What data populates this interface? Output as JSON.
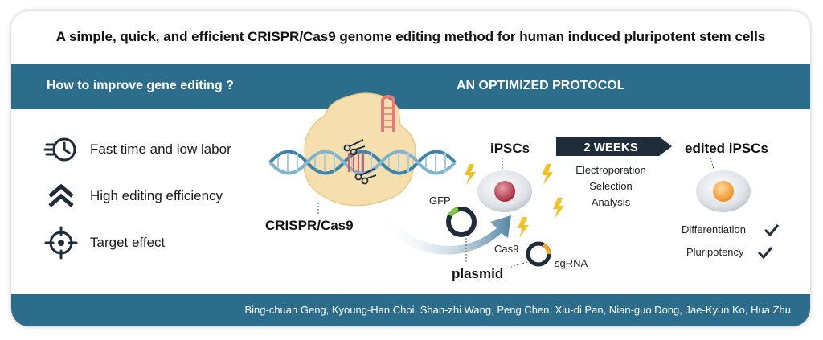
{
  "header": {
    "title": "A simple, quick, and efficient CRISPR/Cas9 genome editing method for human induced pluripotent stem cells"
  },
  "band": {
    "left": "How to improve gene editing ?",
    "right": "AN OPTIMIZED PROTOCOL"
  },
  "features": [
    {
      "label": "Fast time and low labor",
      "icon": "fast-clock-icon"
    },
    {
      "label": "High editing efficiency",
      "icon": "double-chevron-up-icon"
    },
    {
      "label": "Target effect",
      "icon": "crosshair-target-icon"
    }
  ],
  "diagram": {
    "crispr_label": "CRISPR/Cas9",
    "ipsc_label": "iPSCs",
    "duration_label": "2 WEEKS",
    "steps": [
      "Electroporation",
      "Selection",
      "Analysis"
    ],
    "edited_label": "edited iPSCs",
    "gfp_label": "GFP",
    "cas9_label": "Cas9",
    "sgrna_label": "sgRNA",
    "plasmid_label": "plasmid",
    "checks": [
      "Differentiation",
      "Pluripotency"
    ]
  },
  "footer": {
    "authors": "Bing-chuan Geng, Kyoung-Han Choi, Shan-zhi Wang, Peng Chen, Xiu-di Pan, Nian-guo Dong, Jae-Kyun Ko, Hua Zhu"
  },
  "colors": {
    "band": "#2d6d8c",
    "cas9_body": "#f6dfae",
    "dna": "#3b85ad",
    "lightning": "#f5c224",
    "arrow_dark": "#1f2d3a"
  }
}
